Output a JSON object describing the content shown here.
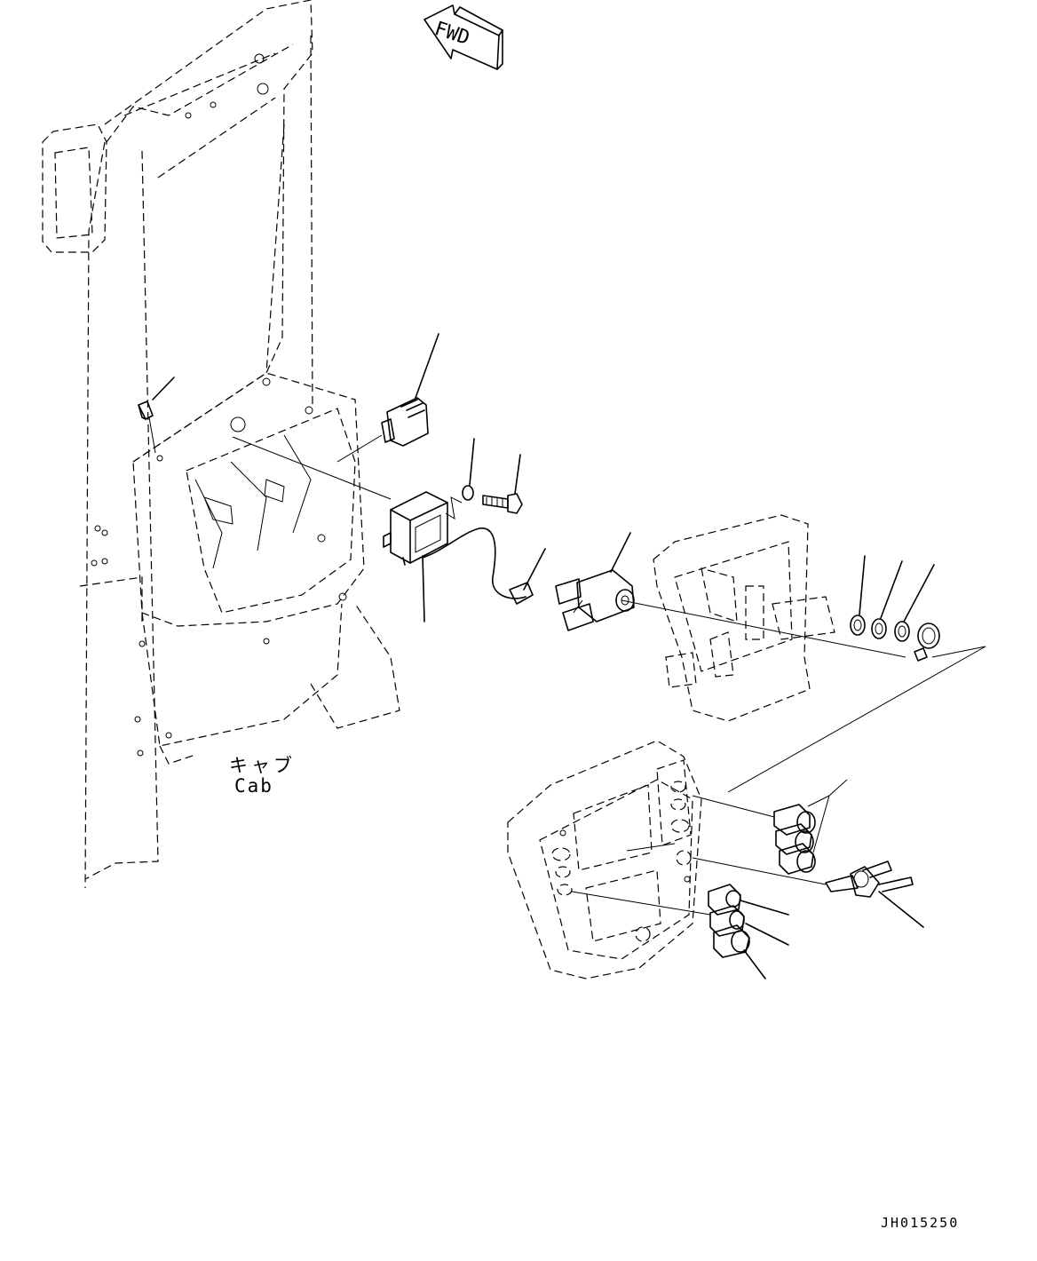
{
  "fwd_label": "FWD",
  "cab_label_jp": "キャブ",
  "cab_label_en": "Cab",
  "drawing_id": "JH015250"
}
